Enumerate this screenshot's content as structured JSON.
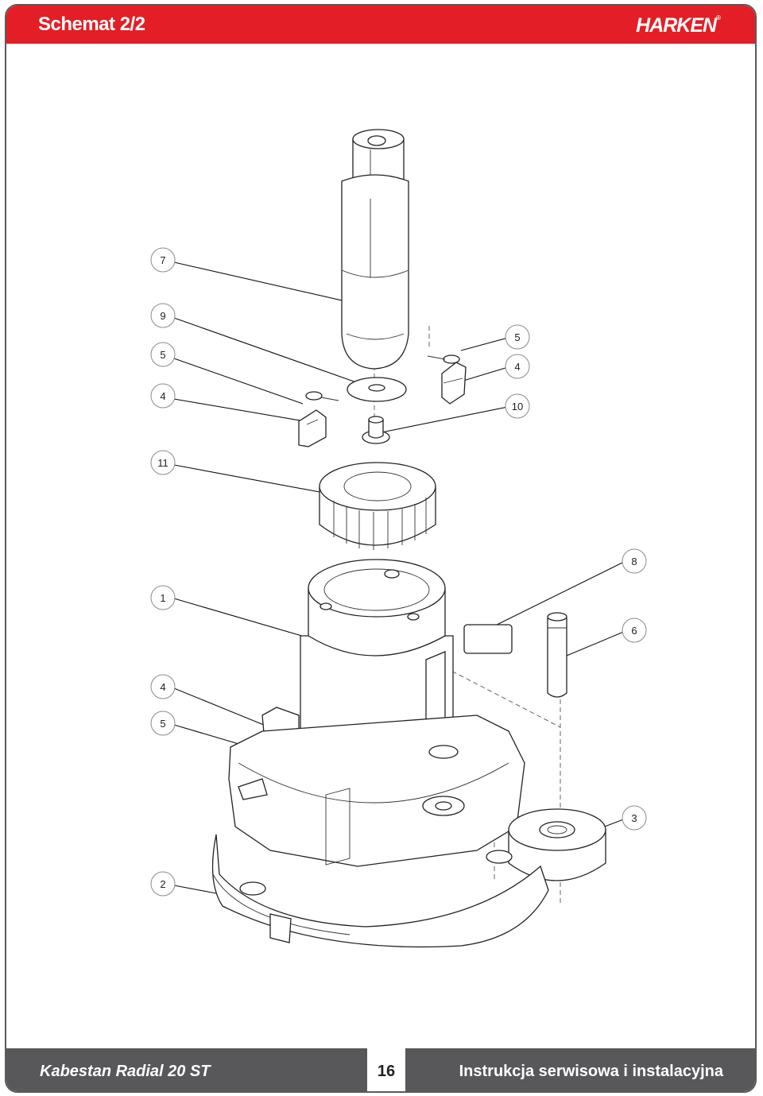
{
  "header": {
    "title": "Schemat 2/2",
    "logo": "HARKEN",
    "logo_mark": "®"
  },
  "footer": {
    "left": "Kabestan Radial 20 ST",
    "page": "16",
    "right": "Instrukcja serwisowa i instalacyjna"
  },
  "callouts": {
    "c7": "7",
    "c9": "9",
    "c5a": "5",
    "c4a": "4",
    "c11": "11",
    "c5b": "5",
    "c4b": "4",
    "c10": "10",
    "c8": "8",
    "c1": "1",
    "c6": "6",
    "c4c": "4",
    "c5c": "5",
    "c3": "3",
    "c2": "2"
  },
  "colors": {
    "header_red": "#e31e26",
    "footer_gray": "#58585a"
  }
}
